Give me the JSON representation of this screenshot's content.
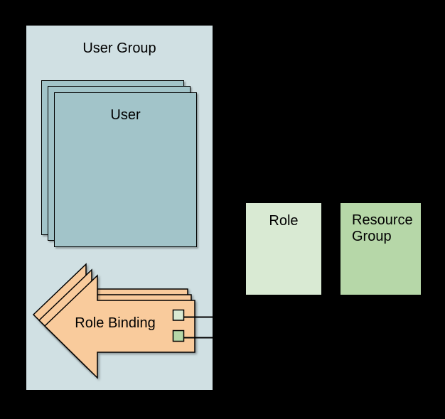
{
  "user_group": {
    "label": "User Group"
  },
  "user": {
    "label": "User",
    "stack_count": 3
  },
  "role_binding": {
    "label": "Role Binding",
    "stack_count": 3
  },
  "role": {
    "label": "Role"
  },
  "resource_group": {
    "label": "Resource Group"
  },
  "connectors": {
    "role_port_color": "#d9ead3",
    "resource_group_port_color": "#b6d7a8"
  },
  "colors": {
    "background": "#000000",
    "user_group_fill": "#d0e0e3",
    "user_fill": "#a2c4c9",
    "role_binding_fill": "#f9cb9c",
    "role_fill": "#d9ead3",
    "resource_group_fill": "#b6d7a8",
    "outline": "#000000"
  }
}
